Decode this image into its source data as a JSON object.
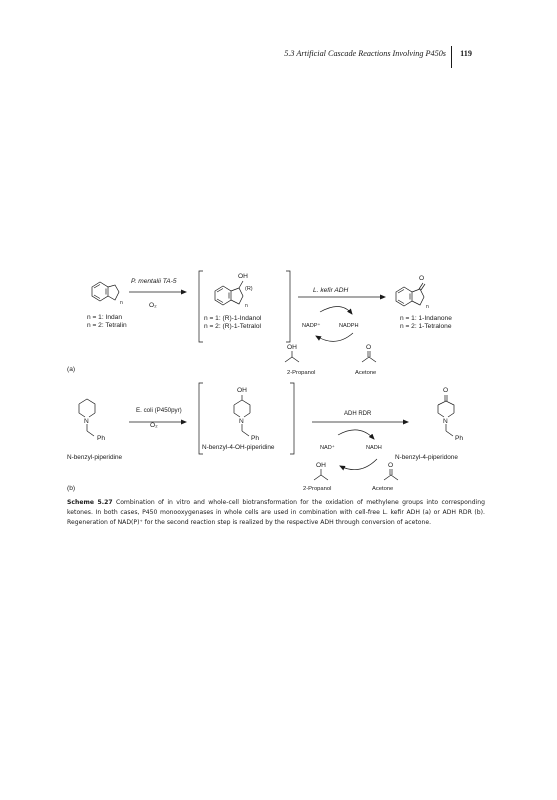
{
  "header": {
    "section_title": "5.3 Artificial Cascade Reactions Involving P450s",
    "page_number": "119"
  },
  "scheme_a": {
    "panel_label": "(a)",
    "reactant_line1": "n = 1: Indan",
    "reactant_line2": "n = 2: Tetralin",
    "ring_size_label": "n",
    "enzyme1": "P. mentalii TA-5",
    "reagent1": "O₂",
    "intermediate_oh": "OH",
    "intermediate_stereo": "(R)",
    "intermediate_line1": "n = 1: (R)-1-Indanol",
    "intermediate_line2": "n = 2: (R)-1-Tetralol",
    "enzyme2": "L. kefir ADH",
    "cofactor_ox": "NADP⁺",
    "cofactor_red": "NADPH",
    "product_o": "O",
    "product_line1": "n = 1: 1-Indanone",
    "product_line2": "n = 2: 1-Tetralone",
    "cosubstrate_oh": "OH",
    "cosubstrate": "2-Propanol",
    "coproduct_o": "O",
    "coproduct": "Acetone"
  },
  "scheme_b": {
    "panel_label": "(b)",
    "reactant_n": "N",
    "reactant_ph": "Ph",
    "reactant_name": "N-benzyl-piperidine",
    "enzyme1": "E. coli (P450pyr)",
    "reagent1": "O₂",
    "intermediate_oh": "OH",
    "intermediate_n": "N",
    "intermediate_ph": "Ph",
    "intermediate_name": "N-benzyl-4-OH-piperidine",
    "enzyme2": "ADH RDR",
    "cofactor_ox": "NAD⁺",
    "cofactor_red": "NADH",
    "product_o": "O",
    "product_n": "N",
    "product_ph": "Ph",
    "product_name": "N-benzyl-4-piperidone",
    "cosubstrate_oh": "OH",
    "cosubstrate": "2-Propanol",
    "coproduct_o": "O",
    "coproduct": "Acetone"
  },
  "caption": {
    "label": "Scheme 5.27",
    "text": "Combination of in vitro and whole-cell biotransformation for the oxidation of methylene groups into corresponding ketones. In both cases, P450 monooxygenases in whole cells are used in combination with cell-free L. kefir ADH (a) or ADH RDR (b). Regeneration of NAD(P)⁺ for the second reaction step is realized by the respective ADH through conversion of acetone."
  }
}
